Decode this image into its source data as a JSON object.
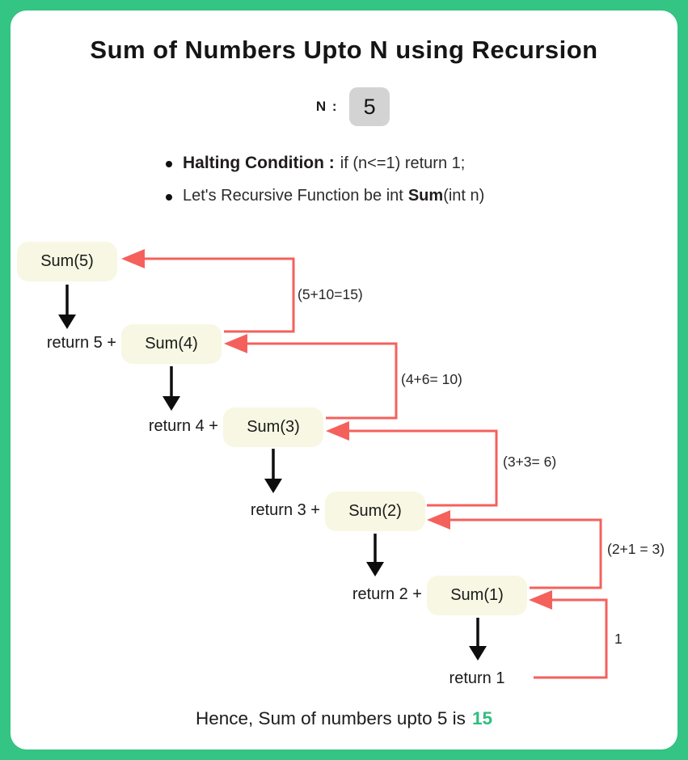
{
  "colors": {
    "frame_green": "#34c483",
    "panel_white": "#ffffff",
    "box_cream": "#f7f7e3",
    "gray_input": "#d3d3d3",
    "red_arrow": "#f4615c",
    "black_ink": "#1d1d1d",
    "green_accent": "#2fbd7e"
  },
  "header": {
    "title": "Sum of Numbers Upto N using Recursion"
  },
  "n_input": {
    "label": "N :",
    "value": "5"
  },
  "bullets": [
    {
      "bold": "Halting Condition :",
      "rest": "if (n<=1) return 1;"
    },
    {
      "pre": "Let's Recursive Function be int",
      "bold": "Sum",
      "post": "(int n)"
    }
  ],
  "diagram": {
    "calls": [
      {
        "label": "Sum(5)",
        "return_label": "return 5 +"
      },
      {
        "label": "Sum(4)",
        "return_label": "return 4 +"
      },
      {
        "label": "Sum(3)",
        "return_label": "return 3 +"
      },
      {
        "label": "Sum(2)",
        "return_label": "return 2 +"
      },
      {
        "label": "Sum(1)",
        "return_label": "return 1"
      }
    ],
    "return_annotations": [
      "(5+10=15)",
      "(4+6= 10)",
      "(3+3= 6)",
      "(2+1 = 3)",
      "1"
    ]
  },
  "footer": {
    "prefix": "Hence, Sum of numbers upto 5 is",
    "result": "15"
  }
}
